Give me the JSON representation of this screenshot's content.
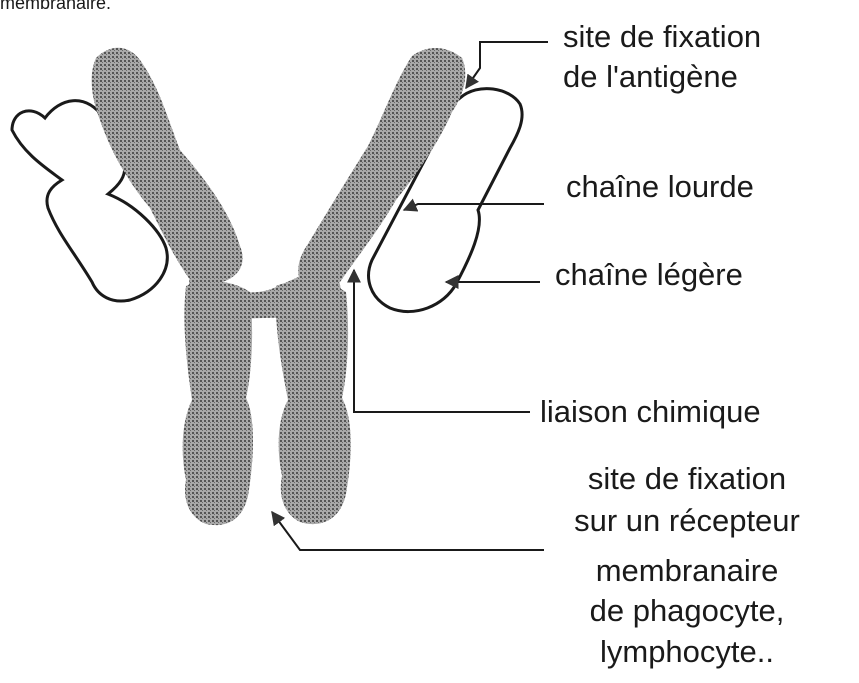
{
  "top_fragment": "membranaire.",
  "labels": {
    "antigen_site": {
      "line1": "site de fixation",
      "line2": "de l'antigène"
    },
    "heavy_chain": "chaîne lourde",
    "light_chain": "chaîne légère",
    "chemical_bond": "liaison chimique",
    "receptor_site": {
      "line1": "site de fixation",
      "line2": "sur un récepteur",
      "line3": "membranaire",
      "line4": "de phagocyte,",
      "line5": "lymphocyte.."
    }
  },
  "colors": {
    "heavy_chain_fill": "#8f8f8f",
    "light_chain_fill": "#ffffff",
    "ink": "#1a1a1a"
  }
}
